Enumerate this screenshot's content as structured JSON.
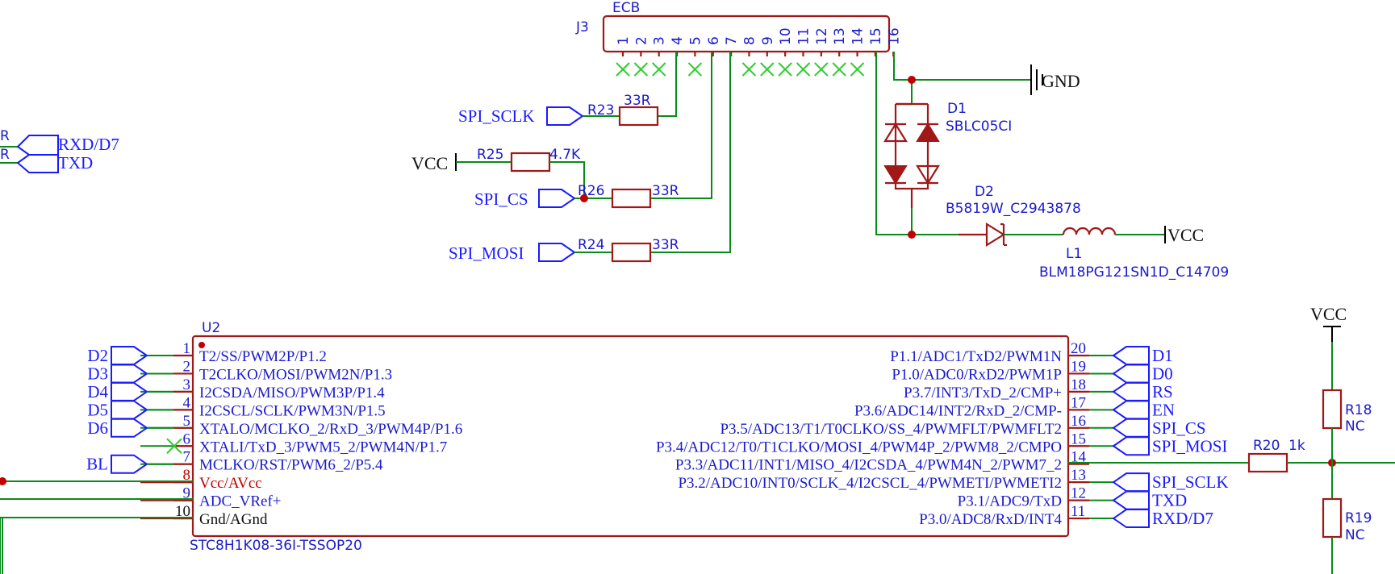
{
  "colors": {
    "wire": "#0a8a1a",
    "component_body": "#a01818",
    "net_label": "#1a1aff",
    "ref_text": "#1a1acc",
    "junction": "#c00000",
    "no_connect": "#33cc33",
    "power_pin_text": "#c00000"
  },
  "left_net_labels": [
    "RXD/D7",
    "TXD"
  ],
  "left_partial_refs": [
    "R",
    "R"
  ],
  "j3": {
    "ref": "J3",
    "value": "ECB",
    "pins": [
      "1",
      "2",
      "3",
      "4",
      "5",
      "6",
      "7",
      "8",
      "9",
      "10",
      "11",
      "12",
      "13",
      "14",
      "15",
      "16"
    ]
  },
  "resistors_top": {
    "r23": {
      "ref": "R23",
      "value": "33R",
      "net": "SPI_SCLK"
    },
    "r25": {
      "ref": "R25",
      "value": "4.7K",
      "net": "VCC"
    },
    "r26": {
      "ref": "R26",
      "value": "33R",
      "net": "SPI_CS"
    },
    "r24": {
      "ref": "R24",
      "value": "33R",
      "net": "SPI_MOSI"
    }
  },
  "gnd": {
    "label": "GND"
  },
  "d1": {
    "ref": "D1",
    "value": "SBLC05CI"
  },
  "d2": {
    "ref": "D2",
    "value": "B5819W_C2943878"
  },
  "l1": {
    "ref": "L1",
    "value": "BLM18PG121SN1D_C14709",
    "net": "VCC"
  },
  "u2": {
    "ref": "U2",
    "part": "STC8H1K08-36I-TSSOP20",
    "left_pins": [
      {
        "num": "1",
        "fn": "T2/SS/PWM2P/P1.2",
        "net": "D2"
      },
      {
        "num": "2",
        "fn": "T2CLKO/MOSI/PWM2N/P1.3",
        "net": "D3"
      },
      {
        "num": "3",
        "fn": "I2CSDA/MISO/PWM3P/P1.4",
        "net": "D4"
      },
      {
        "num": "4",
        "fn": "I2CSCL/SCLK/PWM3N/P1.5",
        "net": "D5"
      },
      {
        "num": "5",
        "fn": "XTALO/MCLKO_2/RxD_3/PWM4P/P1.6",
        "net": "D6"
      },
      {
        "num": "6",
        "fn": "XTALI/TxD_3/PWM5_2/PWM4N/P1.7",
        "net": ""
      },
      {
        "num": "7",
        "fn": "MCLKO/RST/PWM6_2/P5.4",
        "net": "BL"
      },
      {
        "num": "8",
        "fn": "Vcc/AVcc",
        "net": ""
      },
      {
        "num": "9",
        "fn": "ADC_VRef+",
        "net": ""
      },
      {
        "num": "10",
        "fn": "Gnd/AGnd",
        "net": ""
      }
    ],
    "right_pins": [
      {
        "num": "20",
        "fn": "P1.1/ADC1/TxD2/PWM1N",
        "net": "D1"
      },
      {
        "num": "19",
        "fn": "P1.0/ADC0/RxD2/PWM1P",
        "net": "D0"
      },
      {
        "num": "18",
        "fn": "P3.7/INT3/TxD_2/CMP+",
        "net": "RS"
      },
      {
        "num": "17",
        "fn": "P3.6/ADC14/INT2/RxD_2/CMP-",
        "net": "EN"
      },
      {
        "num": "16",
        "fn": "P3.5/ADC13/T1/T0CLKO/SS_4/PWMFLT/PWMFLT2",
        "net": "SPI_CS"
      },
      {
        "num": "15",
        "fn": "P3.4/ADC12/T0/T1CLKO/MOSI_4/PWM4P_2/PWM8_2/CMPO",
        "net": "SPI_MOSI"
      },
      {
        "num": "14",
        "fn": "P3.3/ADC11/INT1/MISO_4/I2CSDA_4/PWM4N_2/PWM7_2",
        "net": ""
      },
      {
        "num": "13",
        "fn": "P3.2/ADC10/INT0/SCLK_4/I2CSCL_4/PWMETI/PWMETI2",
        "net": "SPI_SCLK"
      },
      {
        "num": "12",
        "fn": "P3.1/ADC9/TxD",
        "net": "TXD"
      },
      {
        "num": "11",
        "fn": "P3.0/ADC8/RxD/INT4",
        "net": "RXD/D7"
      }
    ]
  },
  "r20": {
    "ref": "R20",
    "value": "1k"
  },
  "r18": {
    "ref": "R18",
    "value": "NC"
  },
  "r19": {
    "ref": "R19",
    "value": "NC"
  },
  "vcc_right": {
    "label": "VCC"
  }
}
